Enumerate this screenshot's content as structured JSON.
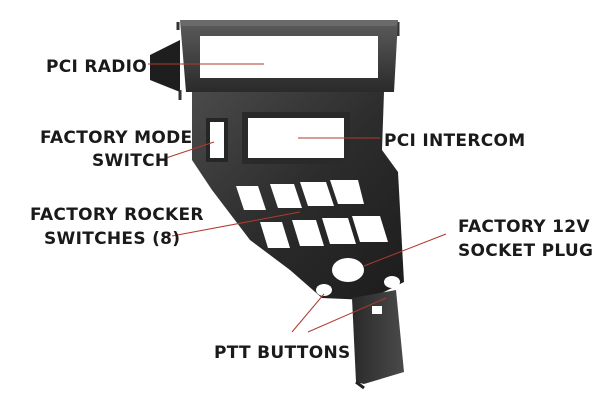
{
  "labels": {
    "pci_radio": "PCI RADIO",
    "factory_mode_switch": [
      "FACTORY MODE",
      "SWITCH"
    ],
    "pci_intercom": "PCI INTERCOM",
    "factory_rocker_switches": [
      "FACTORY ROCKER",
      "SWITCHES (8)"
    ],
    "factory_12v_socket_plug": [
      "FACTORY 12V",
      "SOCKET PLUG"
    ],
    "ptt_buttons": "PTT BUTTONS"
  },
  "colors": {
    "bracket_dark": "#1e1e1e",
    "bracket_mid": "#3a3a3a",
    "bracket_light": "#5a5a5a",
    "leader_line": "#b03a2e",
    "label_text": "#1a1a1a",
    "cutout": "#ffffff"
  }
}
